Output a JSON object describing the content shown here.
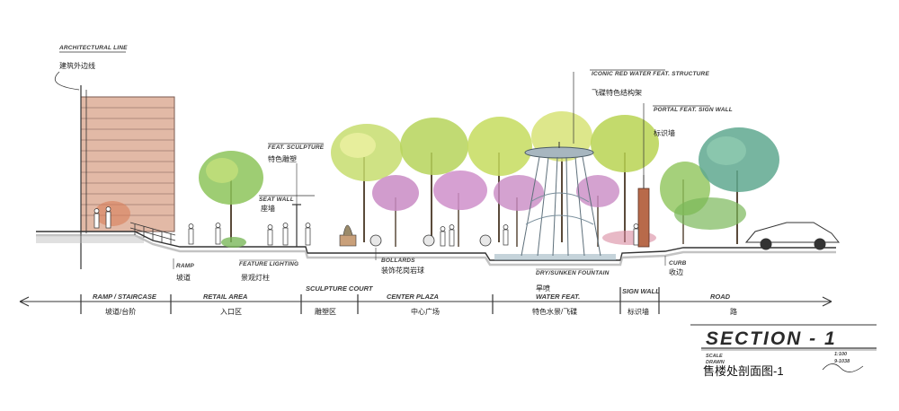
{
  "diagram": {
    "callouts": [
      {
        "id": "arch-line",
        "en": "ARCHITECTURAL LINE",
        "cn": "建筑外边线"
      },
      {
        "id": "feat-sculpture",
        "en": "FEAT. SCULPTURE",
        "cn": "特色雕塑"
      },
      {
        "id": "seat-wall",
        "en": "SEAT WALL",
        "cn": "座墙"
      },
      {
        "id": "butterfly",
        "en": "ICONIC RED WATER FEAT. STRUCTURE",
        "cn": "飞碟特色结构架"
      },
      {
        "id": "portal-sign",
        "en": "PORTAL FEAT. SIGN WALL",
        "cn": "标识墙"
      },
      {
        "id": "ramp",
        "en": "RAMP",
        "cn": "坡道"
      },
      {
        "id": "lighting",
        "en": "FEATURE LIGHTING",
        "cn": "景观灯柱"
      },
      {
        "id": "bollards",
        "en": "BOLLARDS",
        "cn": "装饰花岗岩球"
      },
      {
        "id": "fountain",
        "en": "DRY/SUNKEN FOUNTAIN",
        "cn": "旱喷"
      },
      {
        "id": "curb",
        "en": "CURB",
        "cn": "收边"
      }
    ],
    "zones": [
      {
        "id": "ramp-stair",
        "en": "RAMP / STAIRCASE",
        "cn": "坡道/台阶"
      },
      {
        "id": "entry",
        "en": "RETAIL AREA",
        "cn": "入口区"
      },
      {
        "id": "sculpture",
        "en": "SCULPTURE COURT",
        "cn": "雕塑区"
      },
      {
        "id": "plaza",
        "en": "CENTER PLAZA",
        "cn": "中心广场"
      },
      {
        "id": "water",
        "en": "WATER FEAT.",
        "cn": "特色水景/飞碟"
      },
      {
        "id": "signwall",
        "en": "SIGN WALL",
        "cn": "标识墙"
      },
      {
        "id": "road",
        "en": "ROAD",
        "cn": "路"
      }
    ],
    "title_block": {
      "title": "SECTION - 1",
      "scale_label": "SCALE",
      "scale_value": "1:100",
      "date_label": "DRAWN",
      "date_value": "9-1038",
      "subtitle": "售楼处剖面图-1"
    },
    "colors": {
      "building": "#e2b9a6",
      "tree_green": "#a8cc4e",
      "tree_yellow": "#dde67a",
      "tree_pink": "#c98bc4",
      "tree_teal": "#5fa88f",
      "ground": "#8a8a8a",
      "water_struct": "#7a8f9c"
    }
  }
}
